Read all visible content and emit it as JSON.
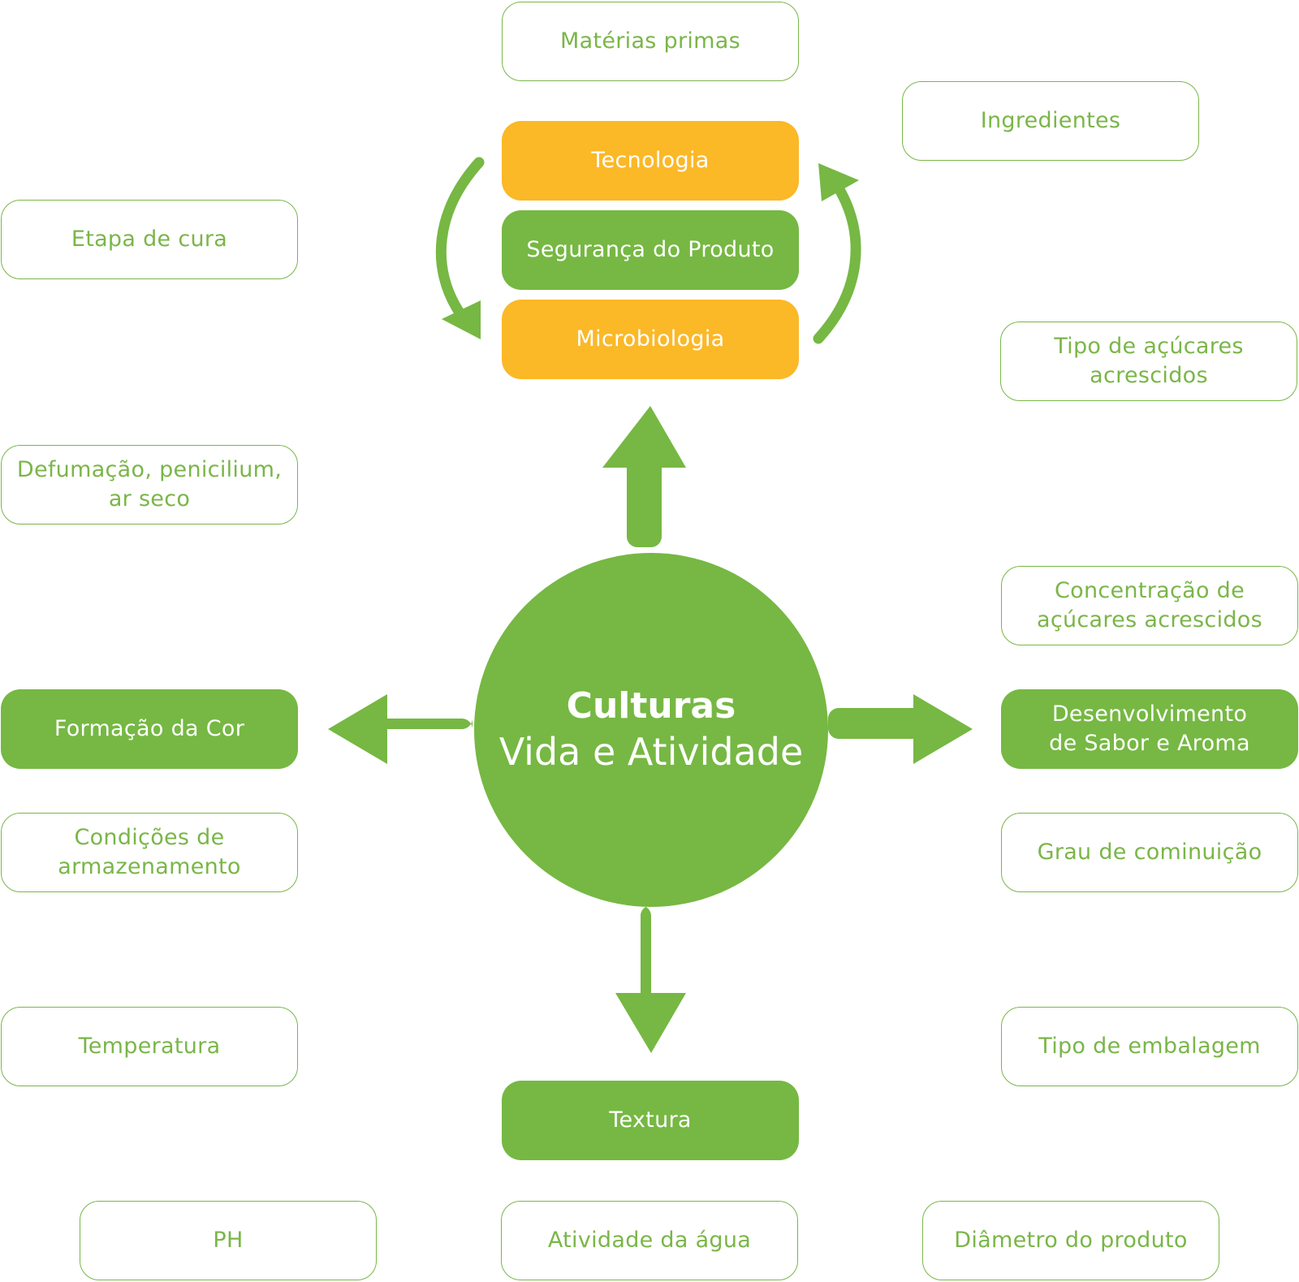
{
  "colors": {
    "green": "#76b843",
    "outline_green": "#7ab648",
    "orange": "#fbb827",
    "text_on_fill": "#ffffff"
  },
  "center": {
    "title": "Culturas",
    "subtitle": "Vida e Atividade"
  },
  "top_stack": {
    "tecnologia": "Tecnologia",
    "seguranca": "Segurança do Produto",
    "microbiologia": "Microbiologia"
  },
  "boxes": {
    "materias_primas": "Matérias primas",
    "ingredientes": "Ingredientes",
    "etapa_de_cura": "Etapa de cura",
    "tipo_acucares_l1": "Tipo de açúcares",
    "tipo_acucares_l2": "acrescidos",
    "defumacao_l1": "Defumação, penicilium,",
    "defumacao_l2": "ar seco",
    "concentracao_l1": "Concentração de",
    "concentracao_l2": "açúcares acrescidos",
    "formacao_cor": "Formação da Cor",
    "sabor_aroma_l1": "Desenvolvimento",
    "sabor_aroma_l2": "de Sabor e Aroma",
    "condicoes_l1": "Condições de",
    "condicoes_l2": "armazenamento",
    "grau_cominuicao": "Grau de cominuição",
    "temperatura": "Temperatura",
    "tipo_embalagem": "Tipo de embalagem",
    "textura": "Textura",
    "ph": "PH",
    "atividade_agua": "Atividade da água",
    "diametro_produto": "Diâmetro do produto"
  }
}
